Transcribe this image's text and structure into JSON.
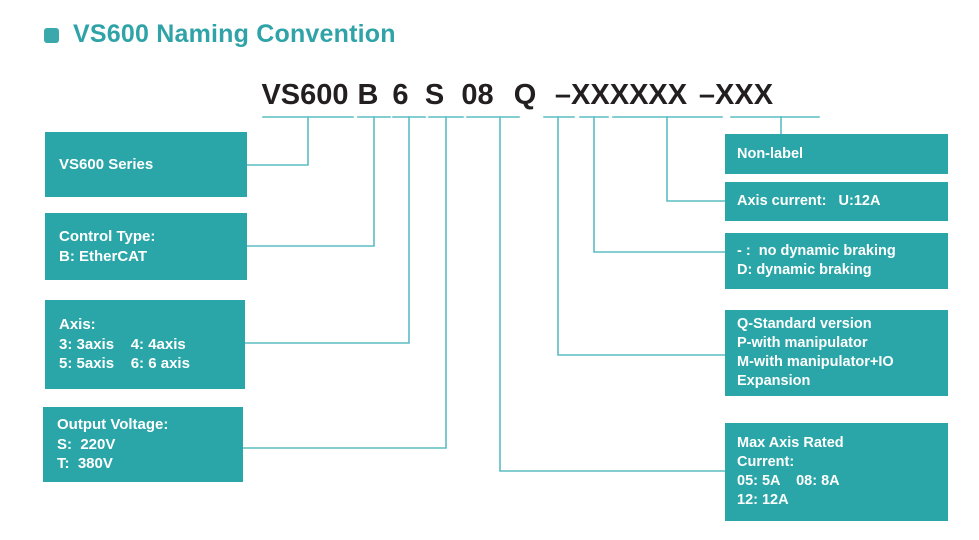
{
  "title": {
    "bullet_icon": "square-bullet-icon",
    "text": "VS600 Naming Convention"
  },
  "colors": {
    "teal_box": "#2BA6A8",
    "teal_title": "#2FA3A8",
    "wire": "#5BBDC4",
    "code_text": "#231f20",
    "background": "#ffffff"
  },
  "code": {
    "segments": [
      {
        "text": "VS600",
        "key": "series"
      },
      {
        "text": "B",
        "key": "control_type"
      },
      {
        "text": "6",
        "key": "axis"
      },
      {
        "text": "S",
        "key": "output_voltage"
      },
      {
        "text": "08",
        "key": "max_axis_rated_current"
      },
      {
        "text": "Q",
        "key": "version"
      },
      {
        "text": "–XXXXXX",
        "key": "braking_and_current"
      },
      {
        "text": "–XXX",
        "key": "non_label"
      }
    ],
    "full_string": "VS600 B 6 S 08 Q –XXXXXX –XXX"
  },
  "left_boxes": [
    {
      "name": "series",
      "lines": [
        "VS600 Series"
      ]
    },
    {
      "name": "control-type",
      "lines": [
        "Control Type:",
        "B: EtherCAT"
      ]
    },
    {
      "name": "axis",
      "lines": [
        "Axis:",
        "3: 3axis    4: 4axis",
        "5: 5axis    6: 6 axis"
      ]
    },
    {
      "name": "output-voltage",
      "lines": [
        "Output Voltage:",
        "S:  220V",
        "T:  380V"
      ]
    }
  ],
  "right_boxes": [
    {
      "name": "non-label",
      "lines": [
        "Non-label"
      ]
    },
    {
      "name": "axis-current",
      "lines": [
        "Axis current:   U:12A"
      ]
    },
    {
      "name": "dynamic-braking",
      "lines": [
        "- :  no dynamic braking",
        "D: dynamic braking"
      ]
    },
    {
      "name": "version",
      "lines": [
        "Q-Standard version",
        "P-with manipulator",
        "M-with manipulator+IO",
        "Expansion"
      ]
    },
    {
      "name": "max-axis-rated-current",
      "lines": [
        "Max Axis Rated",
        "Current:",
        "05: 5A    08: 8A",
        "12: 12A"
      ]
    }
  ]
}
